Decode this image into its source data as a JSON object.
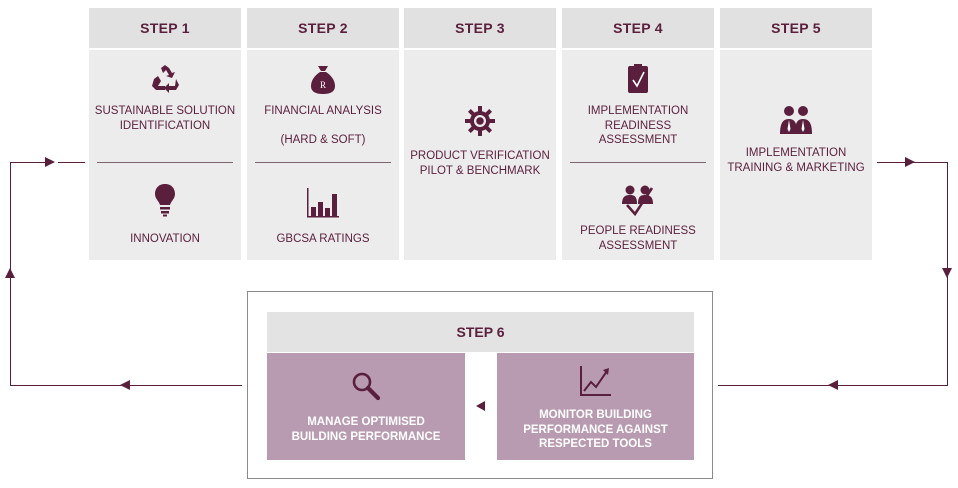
{
  "steps": [
    {
      "title": "STEP 1",
      "items": [
        {
          "label": "SUSTAINABLE SOLUTION IDENTIFICATION",
          "icon": "recycle-icon"
        },
        {
          "label": "INNOVATION",
          "icon": "lightbulb-icon"
        }
      ]
    },
    {
      "title": "STEP 2",
      "items": [
        {
          "label": "FINANCIAL ANALYSIS",
          "sub": "(HARD & SOFT)",
          "icon": "money-bag-icon",
          "icon_letter": "R"
        },
        {
          "label": "GBCSA RATINGS",
          "icon": "bar-chart-icon"
        }
      ]
    },
    {
      "title": "STEP 3",
      "items": [
        {
          "label": "PRODUCT VERIFICATION PILOT & BENCHMARK",
          "icon": "gear-icon"
        }
      ]
    },
    {
      "title": "STEP 4",
      "items": [
        {
          "label": "IMPLEMENTATION READINESS ASSESSMENT",
          "icon": "clipboard-check-icon"
        },
        {
          "label": "PEOPLE READINESS ASSESSMENT",
          "icon": "people-check-icon"
        }
      ]
    },
    {
      "title": "STEP 5",
      "items": [
        {
          "label": "IMPLEMENTATION TRAINING & MARKETING",
          "icon": "business-people-icon"
        }
      ]
    }
  ],
  "step6": {
    "title": "STEP 6",
    "left": {
      "label": "MANAGE OPTIMISED BUILDING PERFORMANCE",
      "icon": "magnifier-icon"
    },
    "right": {
      "label": "MONITOR BUILDING PERFORMANCE AGAINST RESPECTED TOOLS",
      "icon": "trend-chart-icon"
    }
  },
  "colors": {
    "accent": "#5a1f3d",
    "header_bg": "#e1e1e1",
    "panel_bg": "#ececec",
    "step6_box": "#b89bb0"
  }
}
